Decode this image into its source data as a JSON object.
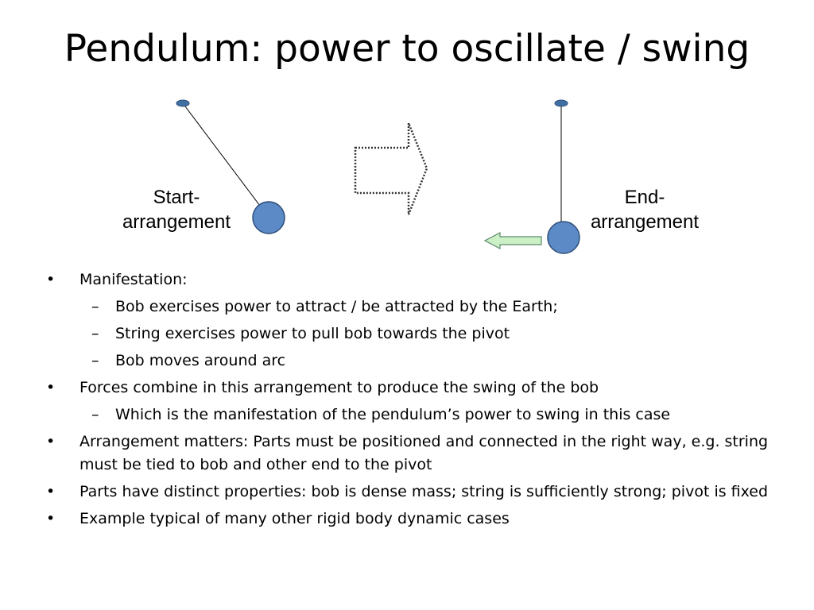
{
  "slide": {
    "title": "Pendulum: power to oscillate / swing"
  },
  "diagram": {
    "start_caption": [
      "Start-",
      "arrangement"
    ],
    "end_caption": [
      "End-",
      "arrangement"
    ],
    "colors": {
      "bob_fill": "#5b8ac6",
      "bob_stroke": "#2f4f7a",
      "pivot_fill": "#3f6fa3",
      "motion_arrow_fill": "#ccf0c6",
      "motion_arrow_stroke": "#5c8a6a",
      "transition_arrow_stroke": "#333333"
    }
  },
  "bullets": [
    {
      "level": 1,
      "marker": "•",
      "text": "Manifestation:"
    },
    {
      "level": 2,
      "marker": "–",
      "text": "Bob exercises power to attract / be attracted by the Earth;"
    },
    {
      "level": 2,
      "marker": "–",
      "text": "String exercises power to pull bob towards the pivot"
    },
    {
      "level": 2,
      "marker": "–",
      "text": "Bob moves around arc"
    },
    {
      "level": 1,
      "marker": "•",
      "text": "Forces combine in this arrangement to produce the swing of the bob"
    },
    {
      "level": 2,
      "marker": "–",
      "text": "Which is the manifestation of the pendulum’s power to swing in this case"
    },
    {
      "level": 1,
      "marker": "•",
      "text": "Arrangement matters: Parts must be positioned and connected in the right way, e.g. string must be tied to bob and other end to the pivot"
    },
    {
      "level": 1,
      "marker": "•",
      "text": "Parts have distinct properties: bob is dense mass; string is sufficiently strong; pivot is fixed"
    },
    {
      "level": 1,
      "marker": "•",
      "text": "Example typical of many other rigid body dynamic cases"
    }
  ]
}
